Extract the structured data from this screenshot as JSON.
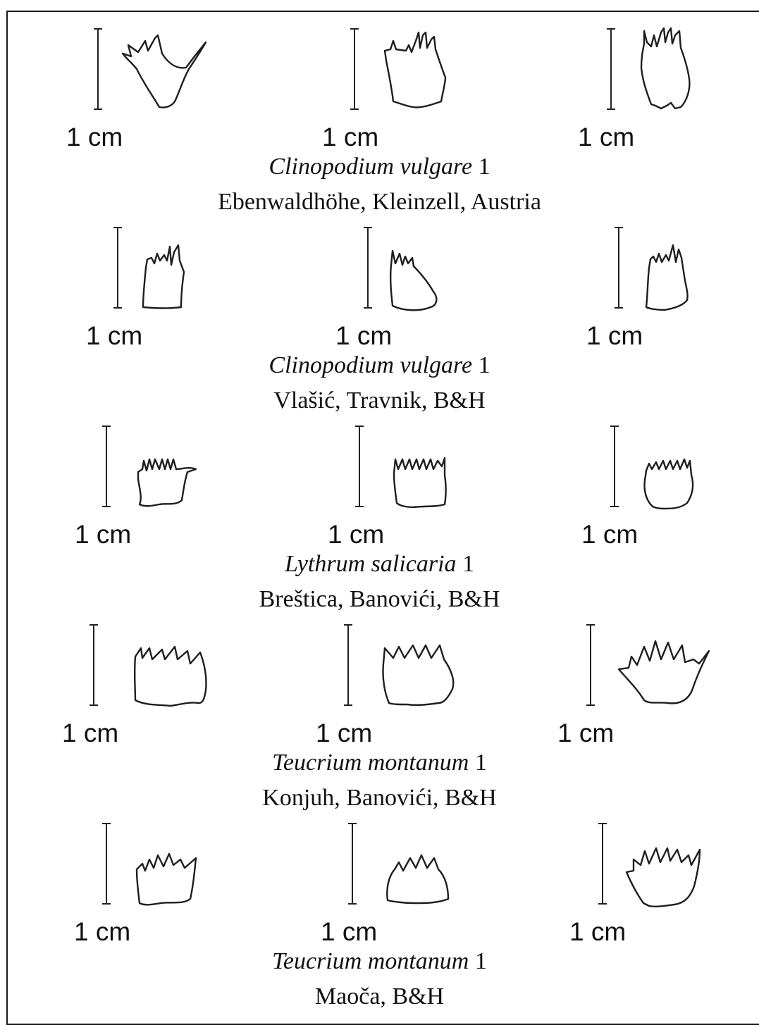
{
  "scale_label": "1 cm",
  "rows": [
    {
      "species": "Clinopodium vulgare",
      "number": "1",
      "locality": "Ebenwaldhöhe, Kleinzell, Austria"
    },
    {
      "species": "Clinopodium vulgare",
      "number": "1",
      "locality": "Vlašić, Travnik, B&H"
    },
    {
      "species": "Lythrum salicaria",
      "number": "1",
      "locality": "Breštica, Banovići, B&H"
    },
    {
      "species": "Teucrium montanum",
      "number": "1",
      "locality": "Konjuh, Banovići, B&H"
    },
    {
      "species": "Teucrium montanum",
      "number": "1",
      "locality": "Maoča, B&H"
    }
  ],
  "colors": {
    "line": "#1e1e1e",
    "border": "#1a1a1a",
    "background": "#ffffff"
  }
}
